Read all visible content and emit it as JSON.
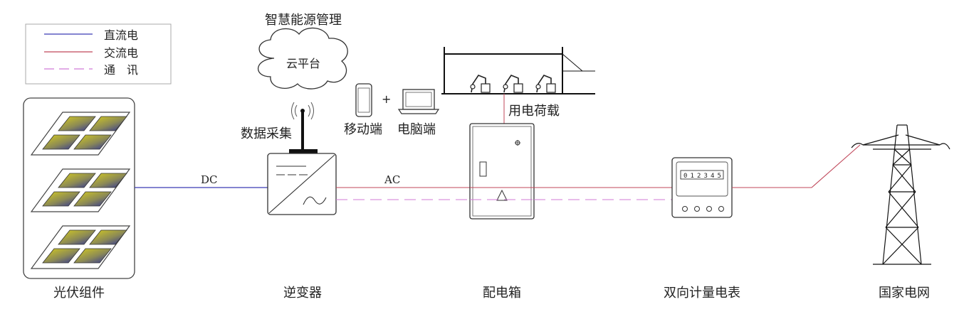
{
  "legend": {
    "dc": "直流电",
    "ac": "交流电",
    "comm": "通　讯"
  },
  "colors": {
    "dc_line": "#3b3bb5",
    "ac_line": "#c0475a",
    "comm_line": "#d07ad6",
    "panel_yellow": "#d8cf1f",
    "panel_blue": "#2a2f9a",
    "outline": "#444444"
  },
  "cloud": {
    "title": "智慧能源管理",
    "label": "云平台"
  },
  "devices": {
    "phone_label": "移动端",
    "plus": "+",
    "pc_label": "电脑端",
    "load_label": "用电荷载",
    "collector_label": "数据采集"
  },
  "links": {
    "dc": "DC",
    "ac": "AC"
  },
  "meter_digits": [
    "0",
    "1",
    "2",
    "3",
    "4",
    "5"
  ],
  "components": {
    "pv": "光伏组件",
    "inverter": "逆变器",
    "distribution_box": "配电箱",
    "meter": "双向计量电表",
    "grid": "国家电网"
  }
}
